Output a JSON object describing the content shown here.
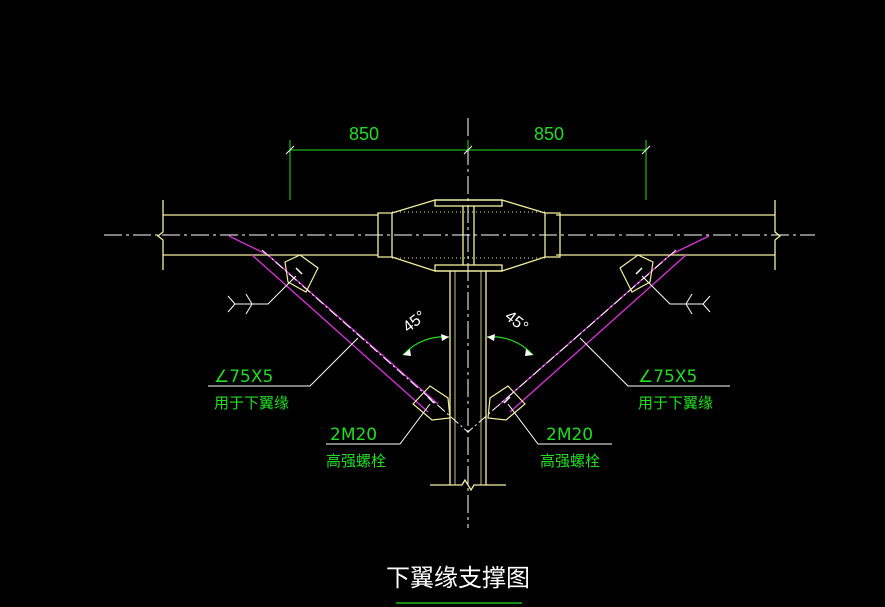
{
  "dimensions": {
    "left": "850",
    "right": "850"
  },
  "angles": {
    "left": "45°",
    "right": "45°"
  },
  "annotations": {
    "left_angle_section": "∠75X5",
    "left_usage": "用于下翼缘",
    "right_angle_section": "∠75X5",
    "right_usage": "用于下翼缘",
    "left_bolts": "2M20",
    "left_bolt_type": "高强螺栓",
    "right_bolts": "2M20",
    "right_bolt_type": "高强螺栓"
  },
  "title": "下翼缘支撑图",
  "colors": {
    "background": "#000000",
    "beam": "#f5f0a0",
    "centerline": "#ffffff",
    "dimension": "#22dd22",
    "brace": "#dd33dd",
    "leader": "#ffffff",
    "weld": "#ffffff",
    "label": "#22dd22"
  },
  "icons": {
    "weld_symbol": "weld-symbol-icon",
    "break_mark": "break-line-icon"
  }
}
